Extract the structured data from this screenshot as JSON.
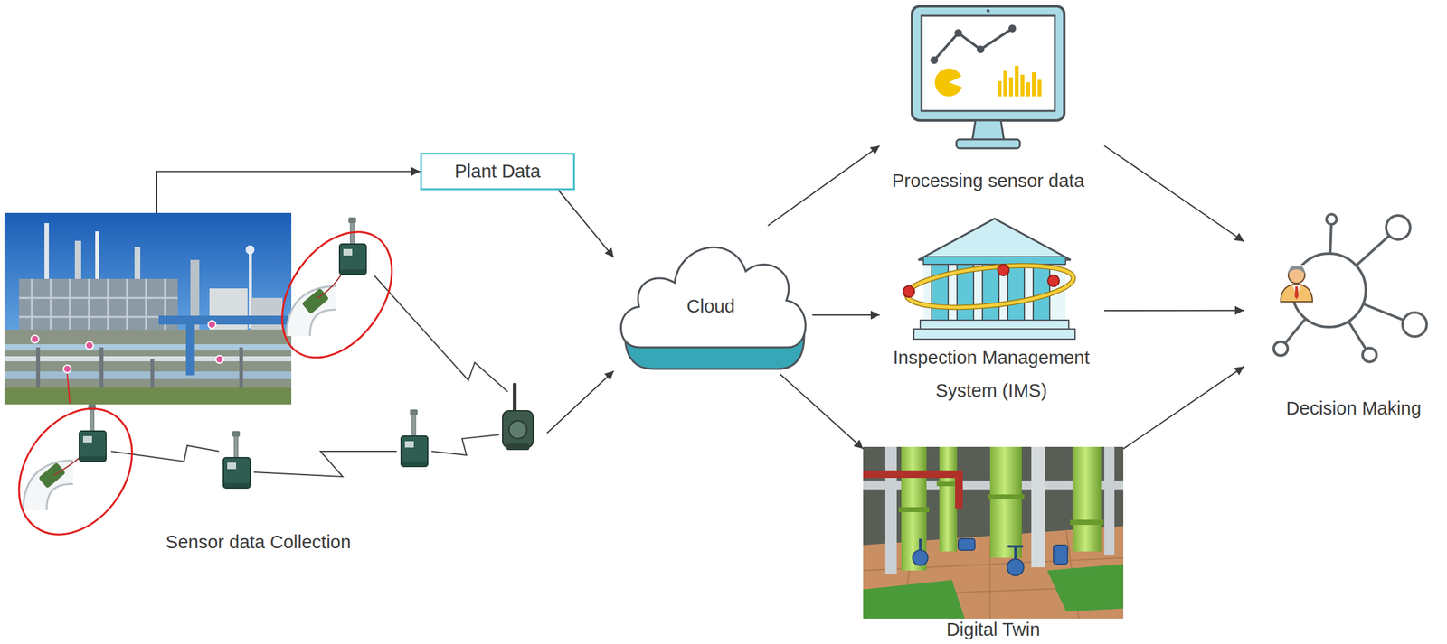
{
  "diagram": {
    "nodes": [
      {
        "text": [
          "Sensor data Collection"
        ]
      },
      {
        "text": [
          "Plant Data"
        ]
      },
      {
        "text": [
          "Cloud"
        ]
      },
      {
        "text": [
          "Processing sensor data"
        ]
      },
      {
        "text": [
          "Inspection Management System (IMS)"
        ]
      },
      {
        "text": [
          "Digital Twin"
        ]
      },
      {
        "text": [
          "Decision Making"
        ]
      }
    ],
    "edges": [
      {
        "from": 0,
        "to": 1,
        "arrow": "to"
      },
      {
        "from": 1,
        "to": 2,
        "arrow": "to"
      },
      {
        "from": 0,
        "to": 2,
        "arrow": "to"
      },
      {
        "from": 2,
        "to": 3,
        "arrow": "to"
      },
      {
        "from": 2,
        "to": 4,
        "arrow": "to"
      },
      {
        "from": 2,
        "to": 5,
        "arrow": "to"
      },
      {
        "from": 3,
        "to": 6,
        "arrow": "to"
      },
      {
        "from": 4,
        "to": 6,
        "arrow": "to"
      },
      {
        "from": 5,
        "to": 6,
        "arrow": "to"
      }
    ]
  }
}
